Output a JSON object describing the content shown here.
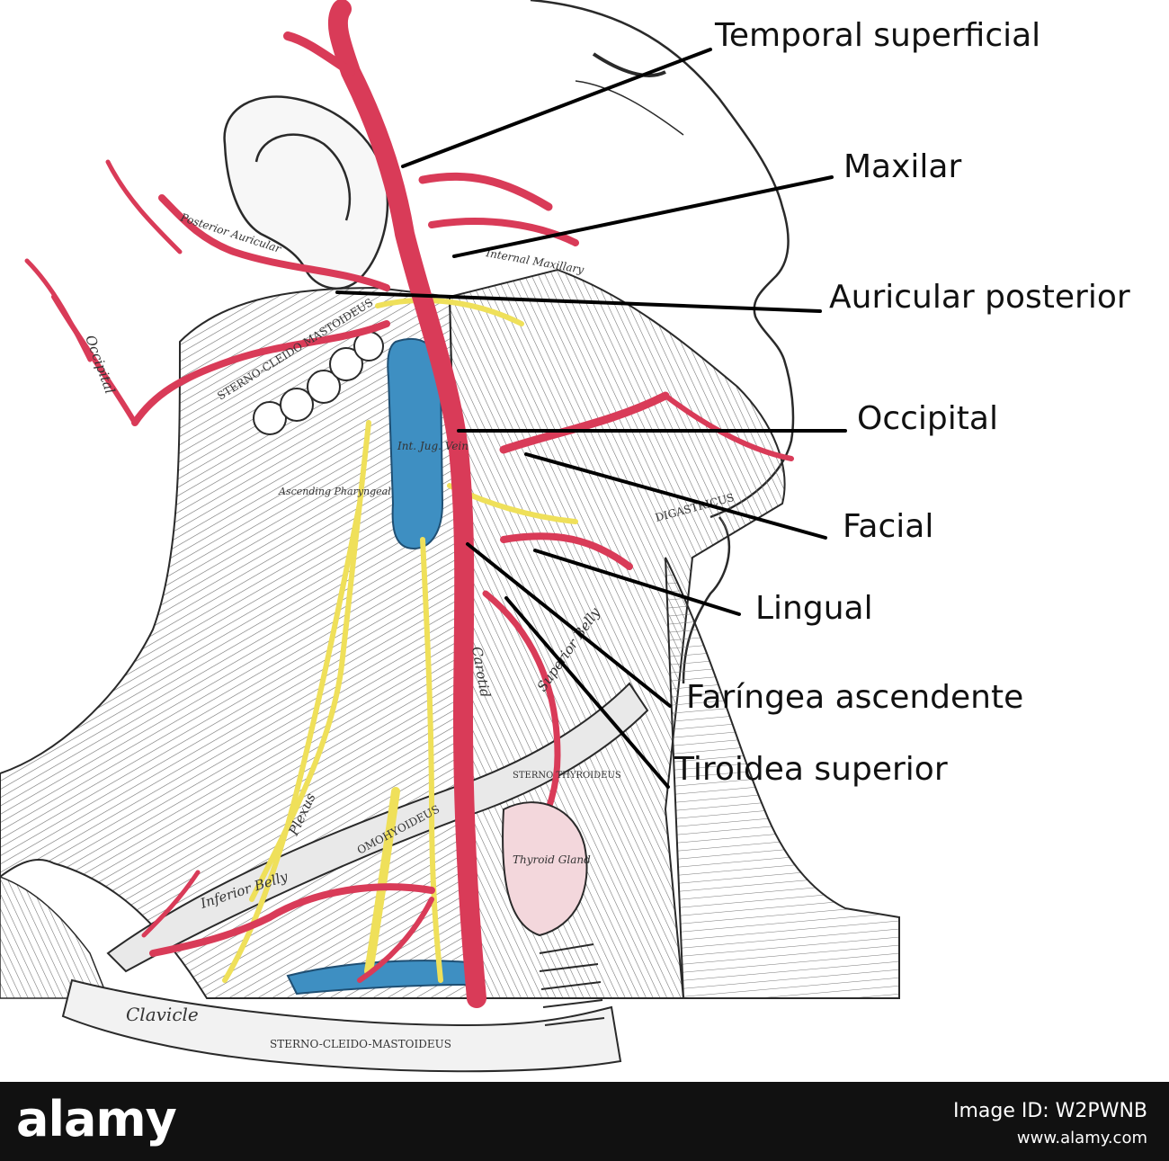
{
  "labels": [
    {
      "id": "temporal",
      "text": "Temporal superficial"
    },
    {
      "id": "maxilar",
      "text": "Maxilar"
    },
    {
      "id": "auricular",
      "text": "Auricular posterior"
    },
    {
      "id": "occipital",
      "text": "Occipital"
    },
    {
      "id": "facial",
      "text": "Facial"
    },
    {
      "id": "lingual",
      "text": "Lingual"
    },
    {
      "id": "faringea",
      "text": "Faríngea ascendente"
    },
    {
      "id": "tiroidea",
      "text": "Tiroidea superior"
    }
  ],
  "illustration_labels": {
    "occipital": "Occipital",
    "sterno_cleido": "STERNO-CLEIDO MASTOIDEUS",
    "posterior_auricular": "Posterior Auricular",
    "internal_maxillary": "Internal Maxillary",
    "internal_jugular_vein": "Int. Jug. Vein",
    "ascending_pharyngeal": "Ascending Pharyngeal",
    "inferior_belly": "Inferior Belly",
    "omohyoideus": "OMOHYOIDEUS",
    "clavicle": "Clavicle",
    "sterno_cleido_mastoideus": "STERNO-CLEIDO-MASTOIDEUS",
    "plexus": "Plexus",
    "thyroid_gland": "Thyroid Gland",
    "sterno_thyroideus": "STERNO THYROIDEUS",
    "superior_belly": "Superior Belly",
    "digastricus": "DIGASTRICUS",
    "carotid": "Carotid"
  },
  "footer": {
    "brand": "alamy",
    "image_id": "Image ID: W2PWNB",
    "url": "www.alamy.com"
  },
  "colors": {
    "artery": "#d93b58",
    "artery_dark": "#a81f3a",
    "vein": "#3e8fc2",
    "nerve": "#efe05a",
    "muscle": "#7a7a7a",
    "ink": "#2a2a2a",
    "footer_bg": "#111111"
  }
}
